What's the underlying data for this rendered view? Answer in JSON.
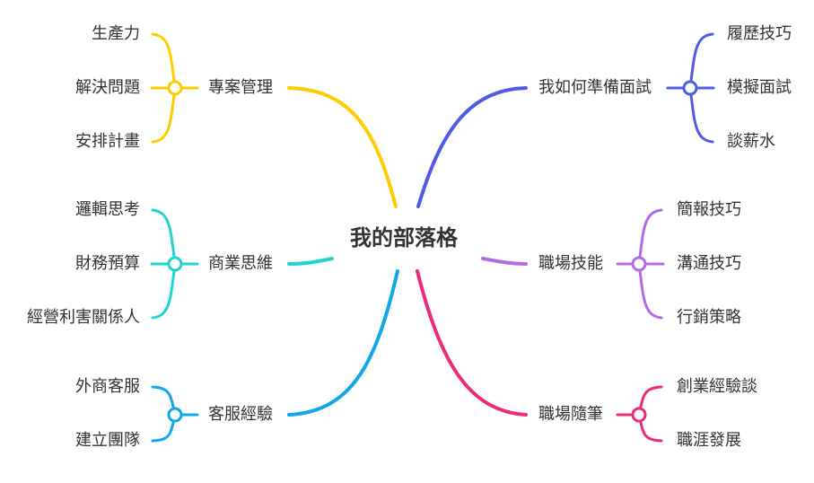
{
  "center": {
    "label": "我的部落格"
  },
  "branches": [
    {
      "key": "b1",
      "label": "專案管理",
      "color": "#ffcc00",
      "children": [
        "生產力",
        "解決問題",
        "安排計畫"
      ]
    },
    {
      "key": "b2",
      "label": "商業思維",
      "color": "#22d3d3",
      "children": [
        "邏輯思考",
        "財務預算",
        "經營利害關係人"
      ]
    },
    {
      "key": "b3",
      "label": "客服經驗",
      "color": "#10a8ea",
      "children": [
        "外商客服",
        "建立團隊"
      ]
    },
    {
      "key": "b4",
      "label": "我如何準備面試",
      "color": "#4f5be6",
      "children": [
        "履歷技巧",
        "模擬面試",
        "談薪水"
      ]
    },
    {
      "key": "b5",
      "label": "職場技能",
      "color": "#b06be6",
      "children": [
        "簡報技巧",
        "溝通技巧",
        "行銷策略"
      ]
    },
    {
      "key": "b6",
      "label": "職場隨筆",
      "color": "#ec2c7b",
      "children": [
        "創業經驗談",
        "職涯發展"
      ]
    }
  ]
}
